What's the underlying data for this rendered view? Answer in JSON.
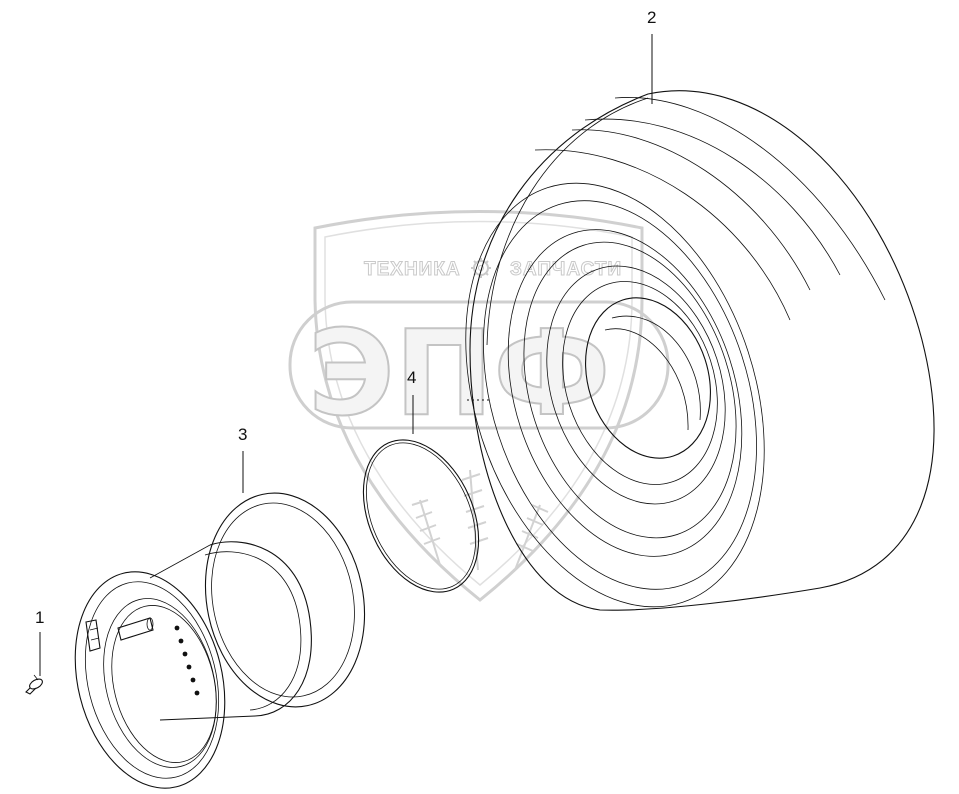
{
  "callouts": [
    {
      "id": "1",
      "label": "1"
    },
    {
      "id": "2",
      "label": "2"
    },
    {
      "id": "3",
      "label": "3"
    },
    {
      "id": "4",
      "label": "4"
    }
  ],
  "watermark": {
    "line_top_left": "ТЕХНИКА",
    "line_top_right": "ЗАПЧАСТИ",
    "logo_letters": "ЭПФ"
  },
  "colors": {
    "line": "#111111",
    "watermark": "#c4c4c4"
  }
}
